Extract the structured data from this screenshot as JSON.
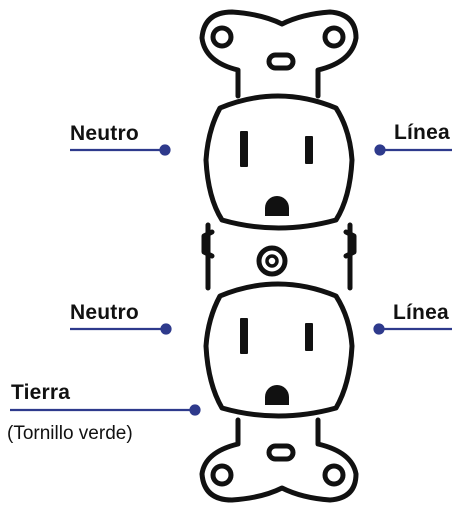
{
  "colors": {
    "outline": "#111111",
    "leader_line": "#2e3a8c",
    "background": "#ffffff"
  },
  "labels": {
    "top_left": "Neutro",
    "top_right": "Línea",
    "bottom_left": "Neutro",
    "bottom_right": "Línea",
    "ground": "Tierra",
    "ground_note": "(Tornillo verde)"
  }
}
